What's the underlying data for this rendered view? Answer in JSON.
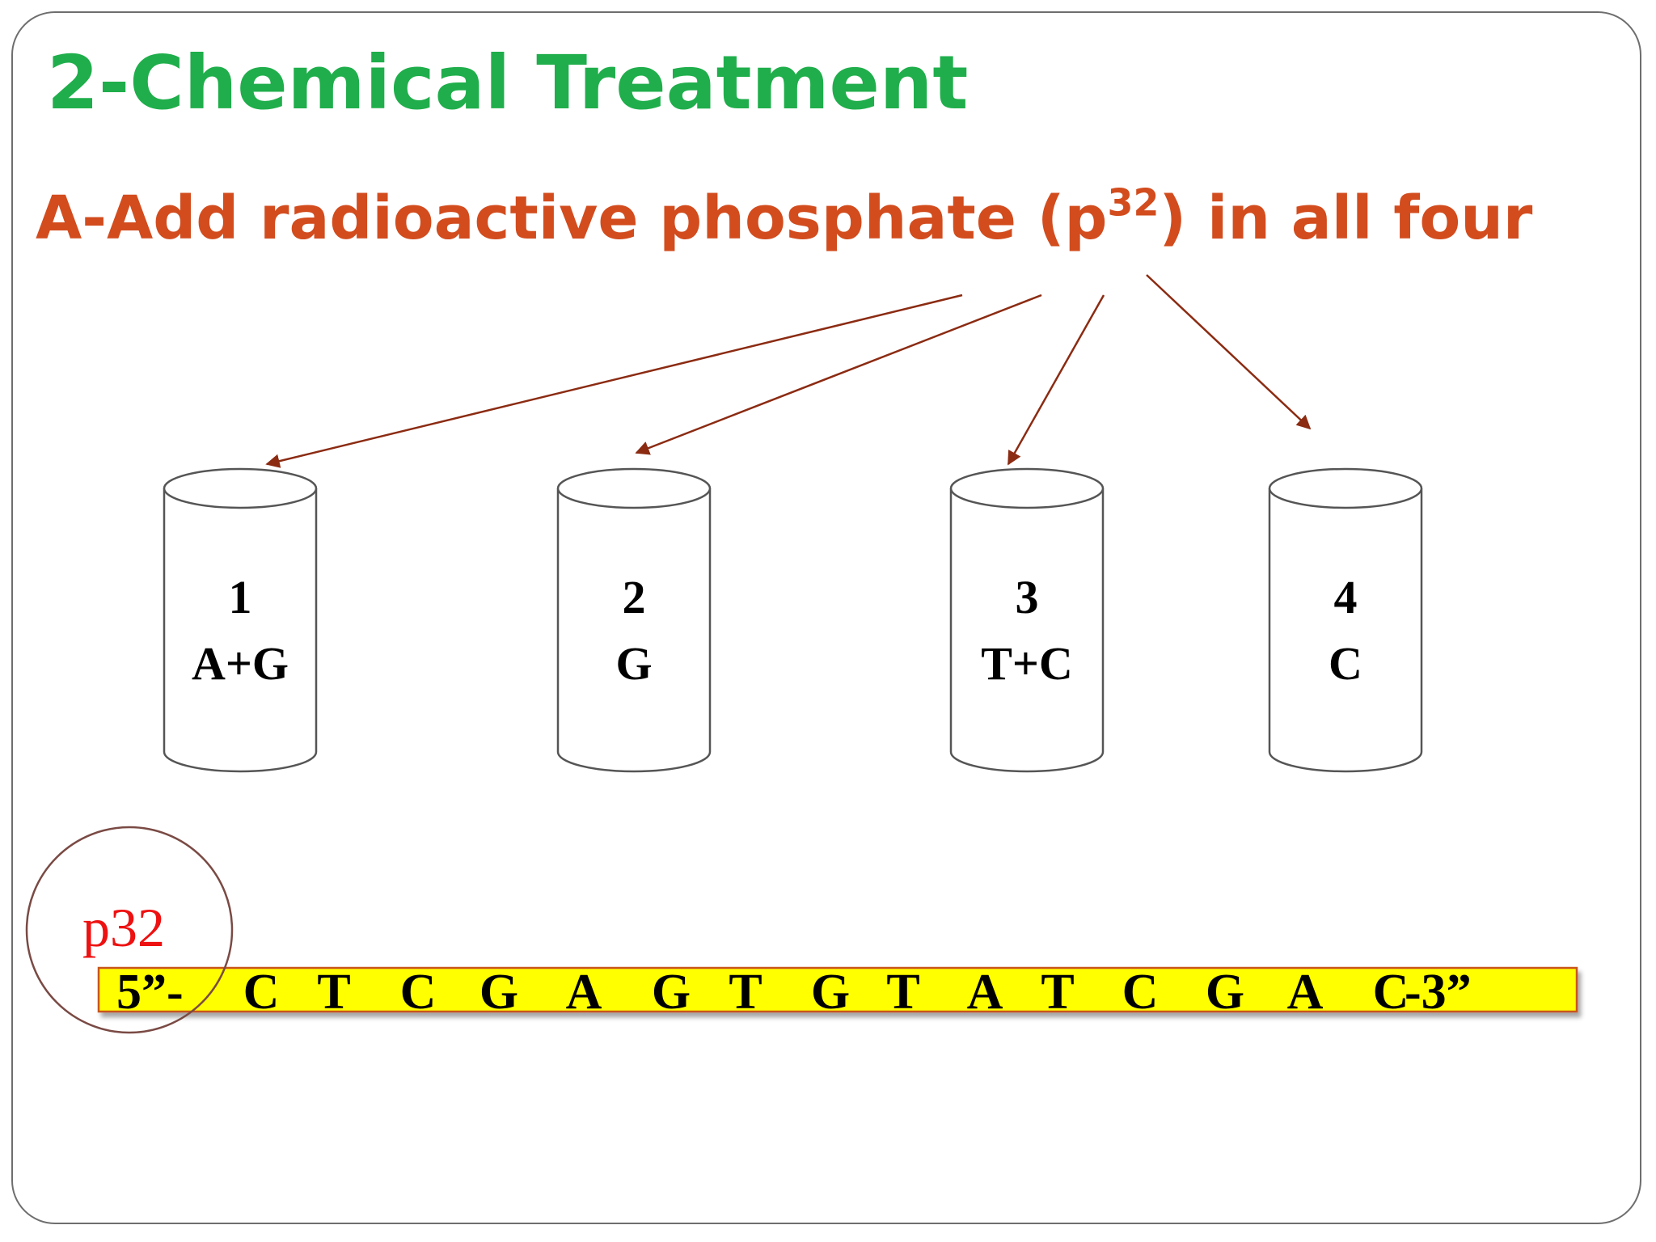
{
  "slide": {
    "title": "2-Chemical Treatment",
    "subtitle_main": "A-Add radioactive phosphate (p",
    "subtitle_sup": "32",
    "subtitle_tail": ") in all four"
  },
  "tubes": [
    {
      "number": "1",
      "label": "A+G"
    },
    {
      "number": "2",
      "label": "G"
    },
    {
      "number": "3",
      "label": "T+C"
    },
    {
      "number": "4",
      "label": "C"
    }
  ],
  "dna": {
    "five_prime": "5”-",
    "bases": [
      "C",
      "T",
      "C",
      "G",
      "A",
      "G",
      "T",
      "G",
      "T",
      "A",
      "T",
      "C",
      "G",
      "A",
      "C"
    ],
    "three_prime": "-3”",
    "label_marker": "p32"
  },
  "colors": {
    "title": "#1fae4b",
    "subtitle": "#d24c1e",
    "arrow": "#8b2b12",
    "tube_stroke": "#555555",
    "dna_bar": "#ffff00",
    "dna_bar_border": "#c8551e",
    "p32_text": "#ee1111",
    "p32_circle": "#7a4a44"
  }
}
